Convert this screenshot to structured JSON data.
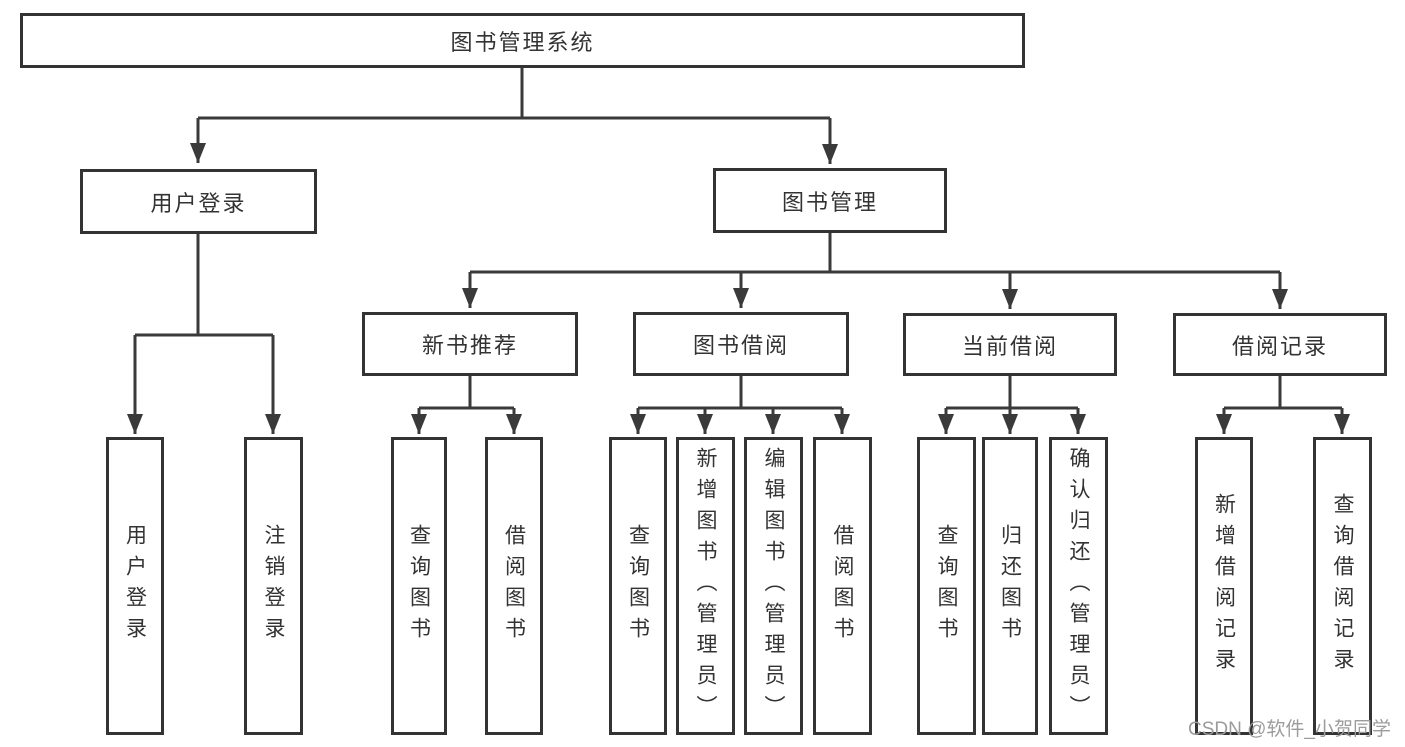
{
  "tree": {
    "label": "图书管理系统",
    "children": [
      {
        "label": "用户登录",
        "children": [
          {
            "label": "用户登录"
          },
          {
            "label": "注销登录"
          }
        ]
      },
      {
        "label": "图书管理",
        "children": [
          {
            "label": "新书推荐",
            "children": [
              {
                "label": "查询图书"
              },
              {
                "label": "借阅图书"
              }
            ]
          },
          {
            "label": "图书借阅",
            "children": [
              {
                "label": "查询图书"
              },
              {
                "label": "新增图书（管理员）"
              },
              {
                "label": "编辑图书（管理员）"
              },
              {
                "label": "借阅图书"
              }
            ]
          },
          {
            "label": "当前借阅",
            "children": [
              {
                "label": "查询图书"
              },
              {
                "label": "归还图书"
              },
              {
                "label": "确认归还（管理员）"
              }
            ]
          },
          {
            "label": "借阅记录",
            "children": [
              {
                "label": "新增借阅记录"
              },
              {
                "label": "查询借阅记录"
              }
            ]
          }
        ]
      }
    ]
  },
  "watermark": {
    "text": "CSDN @软件_小贺同学"
  },
  "colors": {
    "line": "#3a3a3a",
    "border": "#333333",
    "text": "#333333",
    "watermark": "#9c9c9c",
    "background": "#ffffff"
  }
}
